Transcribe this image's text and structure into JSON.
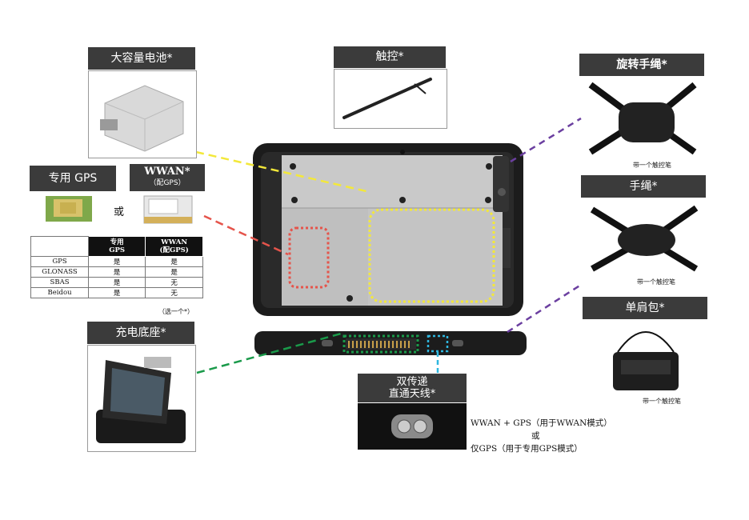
{
  "labels": {
    "battery": "大容量电池*",
    "stylus": "触控*",
    "rotating_strap": "旋转手绳*",
    "hand_strap": "手绳*",
    "shoulder_bag": "单肩包*",
    "dedicated_gps": "专用 GPS",
    "wwan": "WWAN*",
    "wwan_sub": "（配GPS）",
    "or": "或",
    "charging_dock": "充电底座*",
    "antenna_line1": "双传递",
    "antenna_line2": "直通天线*"
  },
  "captions": {
    "rotating_strap": "带一个触控笔",
    "hand_strap": "带一个触控笔",
    "shoulder_bag": "带一个触控笔"
  },
  "gps_table": {
    "headers": [
      "",
      "专用\nGPS",
      "WWAN\n(配GPS)"
    ],
    "rows": [
      [
        "GPS",
        "是",
        "是"
      ],
      [
        "GLONASS",
        "是",
        "是"
      ],
      [
        "SBAS",
        "是",
        "无"
      ],
      [
        "Beidou",
        "是",
        "无"
      ]
    ],
    "note": "（选一个*）"
  },
  "antenna_info": {
    "line1": "WWAN + GPS（用于WWAN模式）",
    "line2": "或",
    "line3": "仅GPS（用于专用GPS模式）"
  },
  "colors": {
    "label_bg": "#3b3b3b",
    "yellow": "#f3e83a",
    "red": "#e5544b",
    "green": "#1a9a4a",
    "purple": "#6b3fa0",
    "cyan": "#2fb7e0"
  }
}
